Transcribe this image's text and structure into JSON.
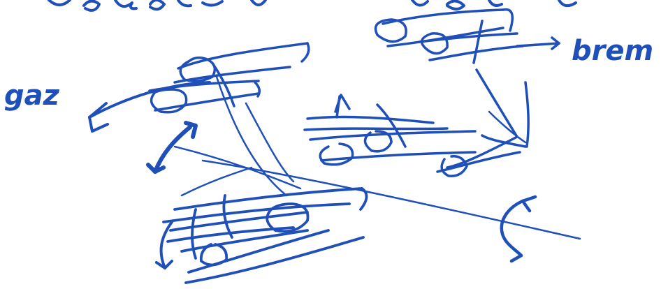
{
  "sketch": {
    "top_text": "no poteau ... ",
    "label_gaz": "gaz",
    "label_brake": "brem",
    "ink_color": "#1f4fb8"
  }
}
